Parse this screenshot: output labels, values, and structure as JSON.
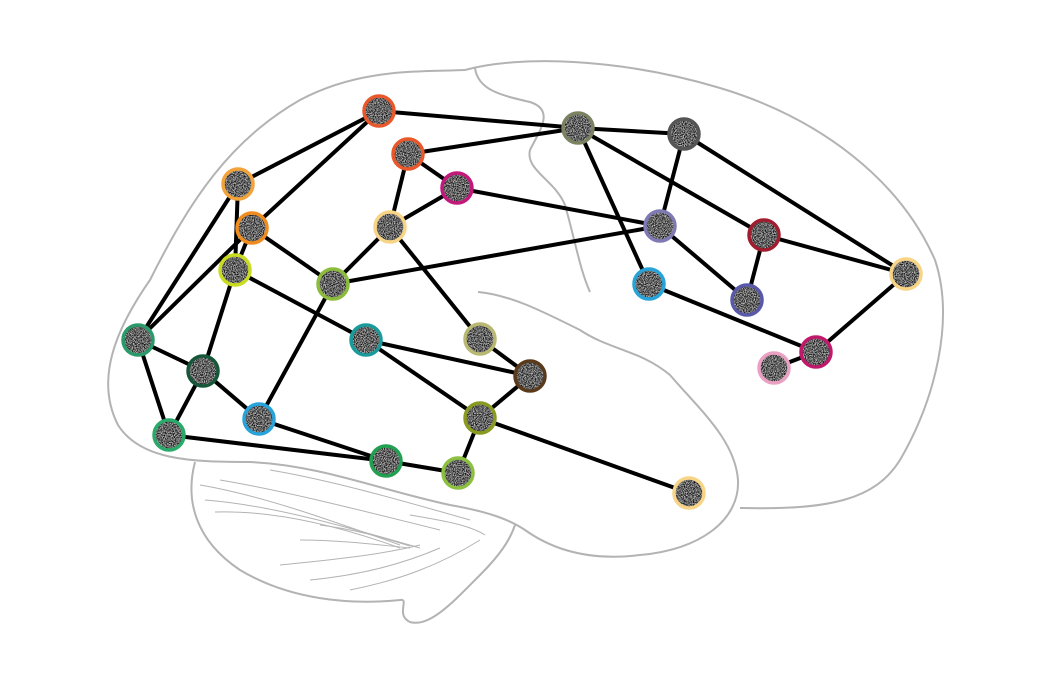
{
  "diagram": {
    "outline_color": "#b3b3b3",
    "edge_color": "#000000",
    "node_fill": "gray-noise",
    "nodes": [
      {
        "id": 1,
        "ring_color": "#e8582a"
      },
      {
        "id": 2,
        "ring_color": "#e8582a"
      },
      {
        "id": 3,
        "ring_color": "#c2187a"
      },
      {
        "id": 4,
        "ring_color": "#f7d486"
      },
      {
        "id": 5,
        "ring_color": "#7b8262"
      },
      {
        "id": 6,
        "ring_color": "#555555"
      },
      {
        "id": 7,
        "ring_color": "#7f7ab4"
      },
      {
        "id": 8,
        "ring_color": "#a01c2e"
      },
      {
        "id": 9,
        "ring_color": "#f7d486"
      },
      {
        "id": 10,
        "ring_color": "#27a3d9"
      },
      {
        "id": 11,
        "ring_color": "#5a58a8"
      },
      {
        "id": 12,
        "ring_color": "#c0186a"
      },
      {
        "id": 13,
        "ring_color": "#eaa0c2"
      },
      {
        "id": 14,
        "ring_color": "#f2a33a"
      },
      {
        "id": 15,
        "ring_color": "#f08c1e"
      },
      {
        "id": 16,
        "ring_color": "#cadc22"
      },
      {
        "id": 17,
        "ring_color": "#8cbc3c"
      },
      {
        "id": 18,
        "ring_color": "#2a9a6a"
      },
      {
        "id": 19,
        "ring_color": "#16573a"
      },
      {
        "id": 20,
        "ring_color": "#2aaa6a"
      },
      {
        "id": 21,
        "ring_color": "#27a3d9"
      },
      {
        "id": 22,
        "ring_color": "#1a9a9a"
      },
      {
        "id": 23,
        "ring_color": "#b8b872"
      },
      {
        "id": 24,
        "ring_color": "#5a3a1a"
      },
      {
        "id": 25,
        "ring_color": "#8a9a20"
      },
      {
        "id": 26,
        "ring_color": "#20a050"
      },
      {
        "id": 27,
        "ring_color": "#8cc040"
      },
      {
        "id": 28,
        "ring_color": "#f7d486"
      }
    ],
    "edges": [
      [
        1,
        5
      ],
      [
        1,
        14
      ],
      [
        1,
        15
      ],
      [
        2,
        5
      ],
      [
        2,
        3
      ],
      [
        2,
        4
      ],
      [
        3,
        4
      ],
      [
        3,
        7
      ],
      [
        5,
        6
      ],
      [
        5,
        10
      ],
      [
        5,
        8
      ],
      [
        6,
        7
      ],
      [
        6,
        9
      ],
      [
        7,
        17
      ],
      [
        7,
        11
      ],
      [
        8,
        11
      ],
      [
        8,
        9
      ],
      [
        9,
        12
      ],
      [
        12,
        13
      ],
      [
        10,
        12
      ],
      [
        14,
        16
      ],
      [
        14,
        18
      ],
      [
        15,
        18
      ],
      [
        15,
        16
      ],
      [
        16,
        19
      ],
      [
        15,
        17
      ],
      [
        16,
        22
      ],
      [
        22,
        25
      ],
      [
        17,
        4
      ],
      [
        17,
        21
      ],
      [
        4,
        23
      ],
      [
        23,
        24
      ],
      [
        22,
        24
      ],
      [
        24,
        25
      ],
      [
        25,
        27
      ],
      [
        25,
        28
      ],
      [
        18,
        19
      ],
      [
        18,
        20
      ],
      [
        19,
        20
      ],
      [
        19,
        21
      ],
      [
        21,
        26
      ],
      [
        20,
        26
      ],
      [
        26,
        27
      ]
    ]
  }
}
